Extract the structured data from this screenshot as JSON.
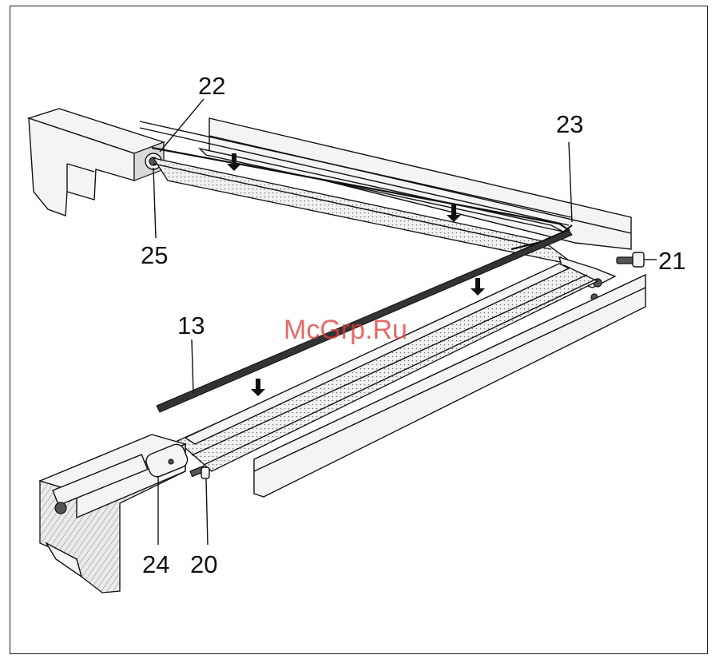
{
  "callouts": {
    "c22": "22",
    "c23": "23",
    "c25": "25",
    "c21": "21",
    "c13": "13",
    "c24": "24",
    "c20": "20"
  },
  "watermark": "McGrp.Ru",
  "colors": {
    "line": "#111111",
    "watermark": "#e23c3c",
    "background": "#ffffff"
  }
}
